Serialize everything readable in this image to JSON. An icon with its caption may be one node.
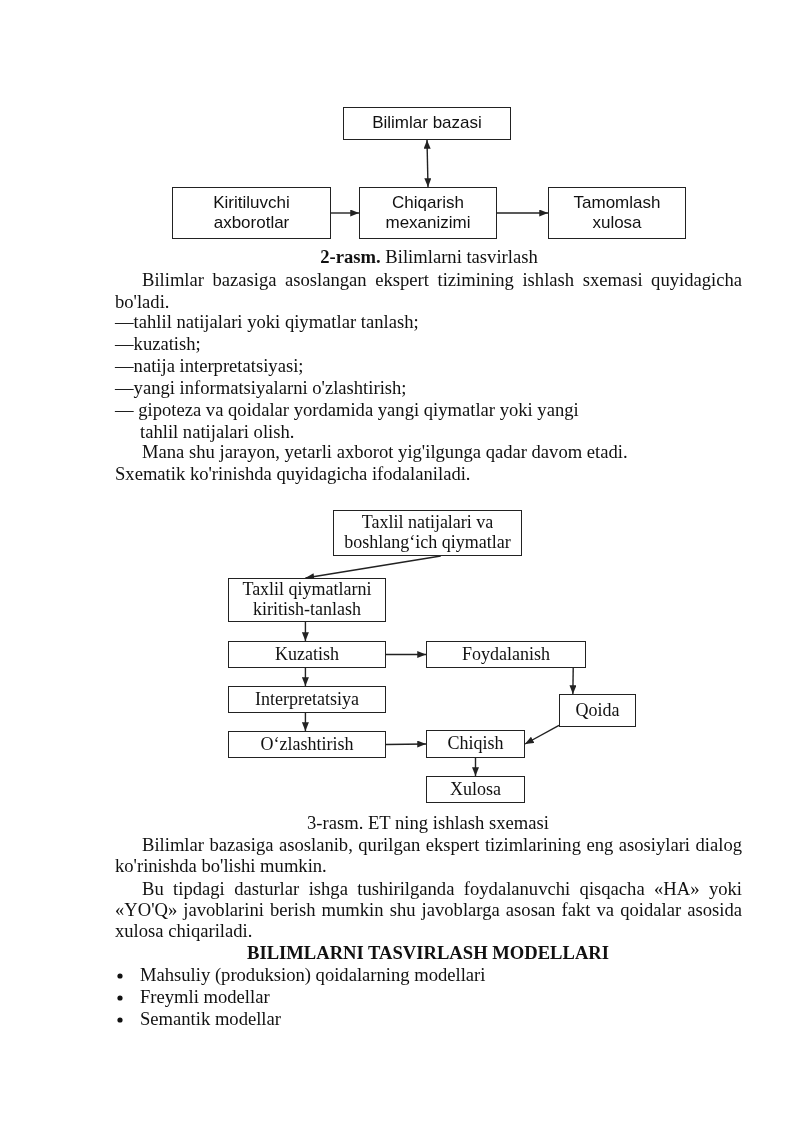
{
  "diagram": {
    "nodes": [
      {
        "text": [
          "Bilimlar bazasi"
        ]
      },
      {
        "text": [
          "Kiritiluvchi axborotlar"
        ]
      },
      {
        "text": [
          "Chiqarish mexanizimi"
        ]
      },
      {
        "text": [
          "Tamomlash xulosa"
        ]
      },
      {
        "text": [
          "Taxlil natijalari va boshlang‘ich qiymatlar"
        ]
      },
      {
        "text": [
          "Taxlil qiymatlarni kiritish-tanlash"
        ]
      },
      {
        "text": [
          "Kuzatish"
        ]
      },
      {
        "text": [
          "Foydalanish"
        ]
      },
      {
        "text": [
          "Interpretatsiya"
        ]
      },
      {
        "text": [
          "Qoida"
        ]
      },
      {
        "text": [
          "O‘zlashtirish"
        ]
      },
      {
        "text": [
          "Chiqish"
        ]
      },
      {
        "text": [
          "Xulosa"
        ]
      }
    ],
    "edges": [
      {
        "from": 0,
        "to": 2,
        "arrow": "both"
      },
      {
        "from": 1,
        "to": 2,
        "arrow": "to"
      },
      {
        "from": 2,
        "to": 3,
        "arrow": "to"
      },
      {
        "from": 4,
        "to": 5,
        "arrow": "to"
      },
      {
        "from": 5,
        "to": 6,
        "arrow": "to"
      },
      {
        "from": 6,
        "to": 7,
        "arrow": "to"
      },
      {
        "from": 6,
        "to": 8,
        "arrow": "to"
      },
      {
        "from": 7,
        "to": 9,
        "arrow": "to"
      },
      {
        "from": 8,
        "to": 10,
        "arrow": "to"
      },
      {
        "from": 10,
        "to": 11,
        "arrow": "to"
      },
      {
        "from": 9,
        "to": 11,
        "arrow": "to"
      },
      {
        "from": 11,
        "to": 12,
        "arrow": "to"
      }
    ],
    "labels": [
      "**2-rasm.** Bilimlarni tasvirlash",
      "Bilimlar bazasiga asoslangan ekspert tizimining ishlash sxemasi quyidagicha bo'ladi.",
      "—tahlil natijalari yoki qiymatlar tanlash;",
      "—kuzatish;",
      "—natija interpretatsiyasi;",
      "—yangi informatsiyalarni o'zlashtirish;",
      "— gipoteza va qoidalar yordamida yangi qiymatlar yoki yangi tahlil natijalari olish.",
      "Mana shu jarayon, yetarli axborot yig'ilgunga qadar davom etadi.",
      "Sxematik ko'rinishda quyidagicha ifodalaniladi.",
      "3-rasm. ET ning ishlash sxemasi",
      "Bilimlar bazasiga asoslanib, qurilgan ekspert tizimlarining eng asosiylari dialog ko'rinishda bo'lishi mumkin.",
      "Bu tipdagi dasturlar ishga tushirilganda foydalanuvchi qisqacha «HA» yoki «YO'Q» javoblarini berish mumkin shu javoblarga asosan fakt va qoidalar asosida xulosa chiqariladi.",
      "BILIMLARNI TASVIRLASH MODELLARI",
      "Mahsuliy (produksion) qoidalarning modellari",
      "Freymli modellar",
      "Semantik modellar"
    ]
  }
}
